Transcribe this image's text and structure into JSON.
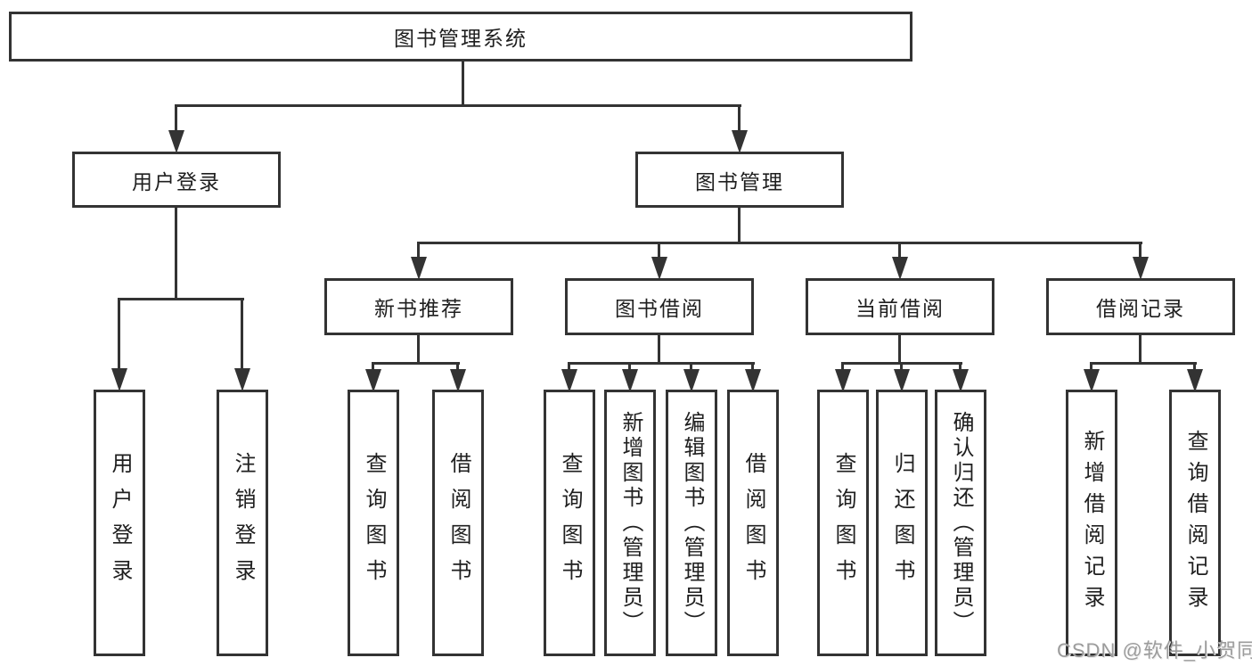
{
  "nodes": {
    "root": "图书管理系统",
    "level2": {
      "user_login": "用户登录",
      "book_mgmt": "图书管理"
    },
    "level3": {
      "new_book": "新书推荐",
      "borrow": "图书借阅",
      "current": "当前借阅",
      "records": "借阅记录"
    },
    "leaves": {
      "user_login": "用户登录",
      "logout": "注销登录",
      "nb_query": "查询图书",
      "nb_borrow": "借阅图书",
      "bw_query": "查询图书",
      "bw_add": "新增图书（管理员）",
      "bw_edit": "编辑图书（管理员）",
      "bw_borrow": "借阅图书",
      "cur_query": "查询图书",
      "cur_return": "归还图书",
      "cur_confirm": "确认归还（管理员）",
      "rec_add": "新增借阅记录",
      "rec_query": "查询借阅记录"
    }
  },
  "watermark": "CSDN @软件_小贺同学",
  "colors": {
    "line": "#333333",
    "text": "#1f1f1f",
    "background": "#ffffff",
    "watermark": "#9c9c9c"
  }
}
